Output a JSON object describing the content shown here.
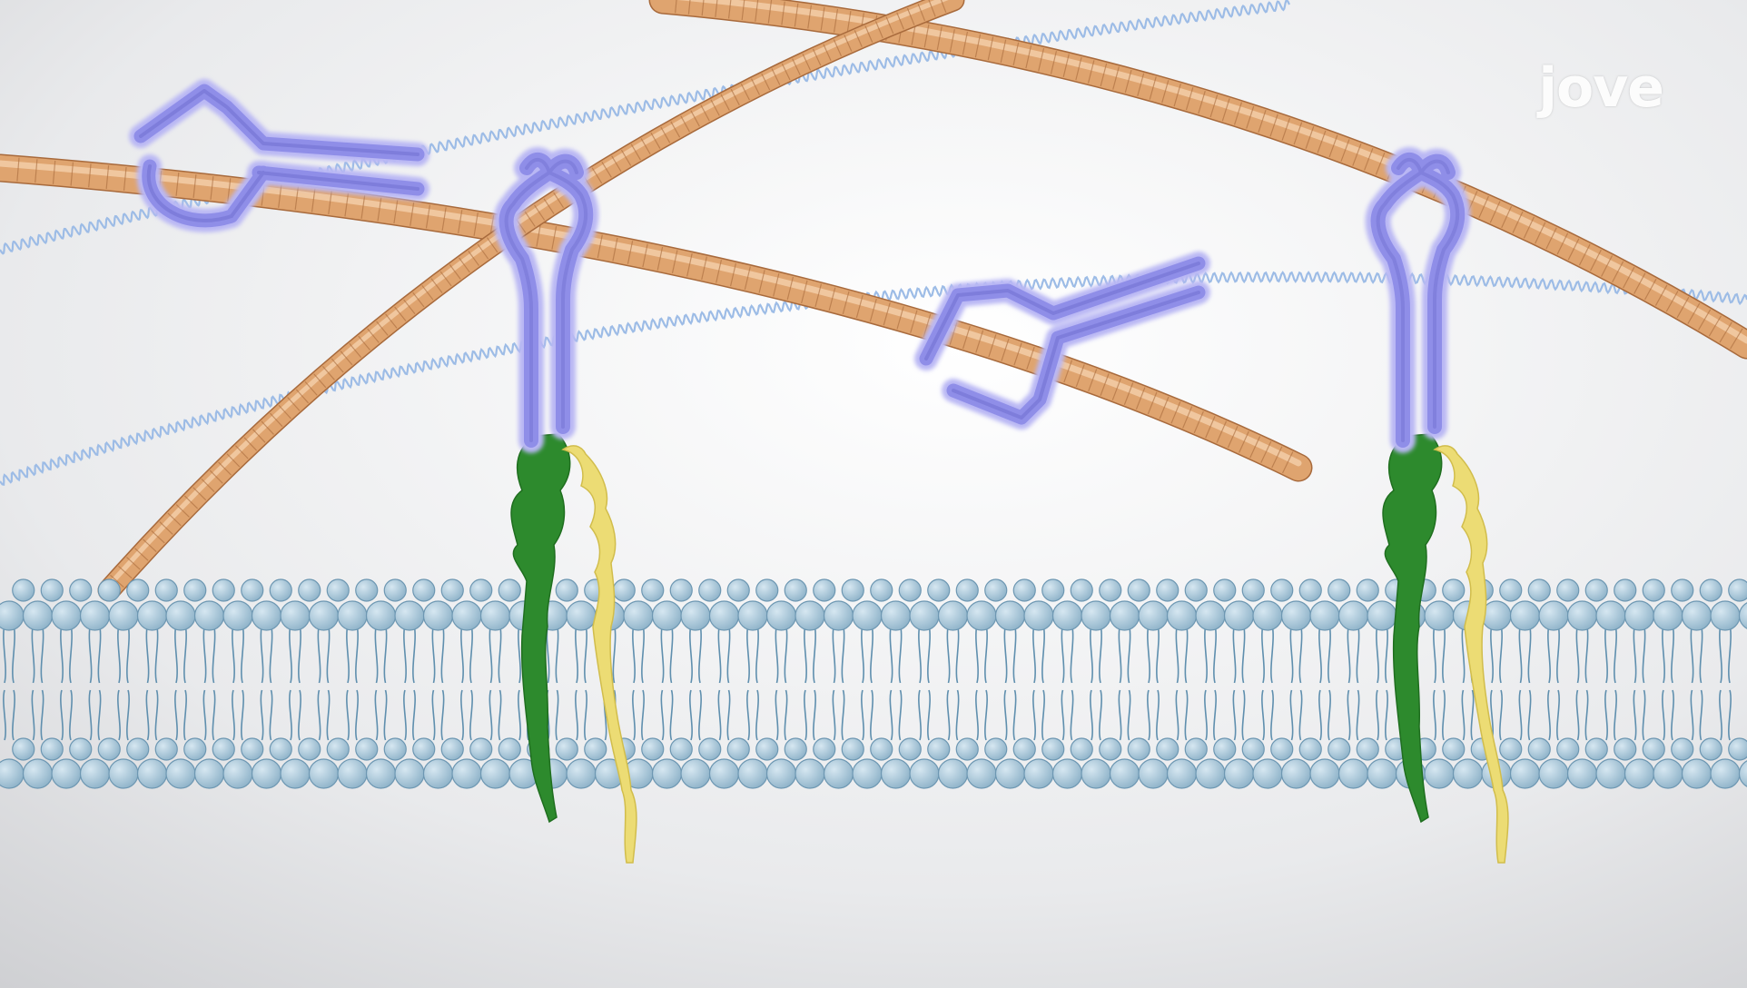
{
  "watermark": {
    "logo_text": "jove"
  },
  "colors": {
    "background_center": "#ffffff",
    "background_edge": "#cfd0d3",
    "collagen": "#dfa46f",
    "collagen_dark": "#a86a3c",
    "fibrillin": "#9dbce6",
    "laminin": "#8f8ee8",
    "laminin_glow": "#b9b7f4",
    "integrin_alpha": "#2d8a2d",
    "integrin_beta": "#ecdc74",
    "lipid_head": "#a5c4d6",
    "lipid_head_edge": "#6d97b2",
    "lipid_tail": "#5f8fae"
  },
  "icons": [
    "collagen-fiber",
    "fibrillin-strand",
    "laminin",
    "integrin-alpha-subunit",
    "integrin-beta-subunit",
    "lipid-bilayer"
  ]
}
